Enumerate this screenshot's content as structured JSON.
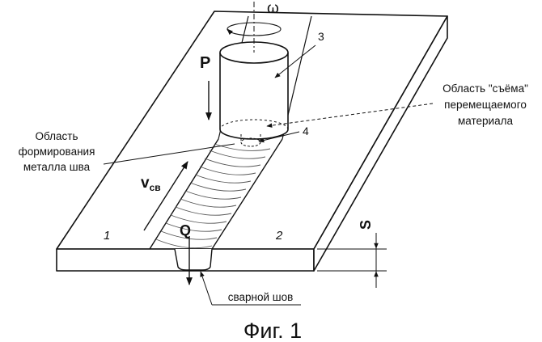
{
  "figure": {
    "caption": "Фиг. 1",
    "background": "#ffffff",
    "stroke_color": "#111111",
    "labels": {
      "omega": "ω",
      "p": "P",
      "q": "Q",
      "s": "S",
      "v": "v",
      "v_sub": "св",
      "part_1": "1",
      "part_2": "2",
      "callout_3": "3",
      "callout_4": "4"
    },
    "annotations": {
      "removal_area": [
        "Область \"съёма\"",
        "перемещаемого",
        "материала"
      ],
      "forming_area": [
        "Область",
        "формирования",
        "металла шва"
      ],
      "weld_seam": "сварной шов"
    }
  }
}
